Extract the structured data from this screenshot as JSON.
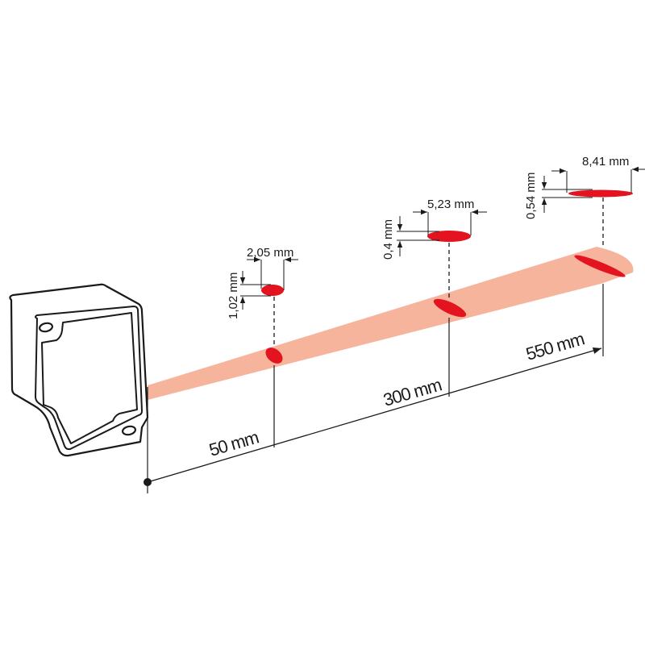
{
  "colors": {
    "beam": "#f7b49c",
    "spot": "#e3141f",
    "line": "#1a1a1a"
  },
  "distances": [
    {
      "label": "50 mm"
    },
    {
      "label": "300 mm"
    },
    {
      "label": "550 mm"
    }
  ],
  "spots": [
    {
      "width_label": "2,05 mm",
      "height_label": "1,02 mm"
    },
    {
      "width_label": "5,23 mm",
      "height_label": "0,4 mm"
    },
    {
      "width_label": "8,41 mm",
      "height_label": "0,54 mm"
    }
  ]
}
